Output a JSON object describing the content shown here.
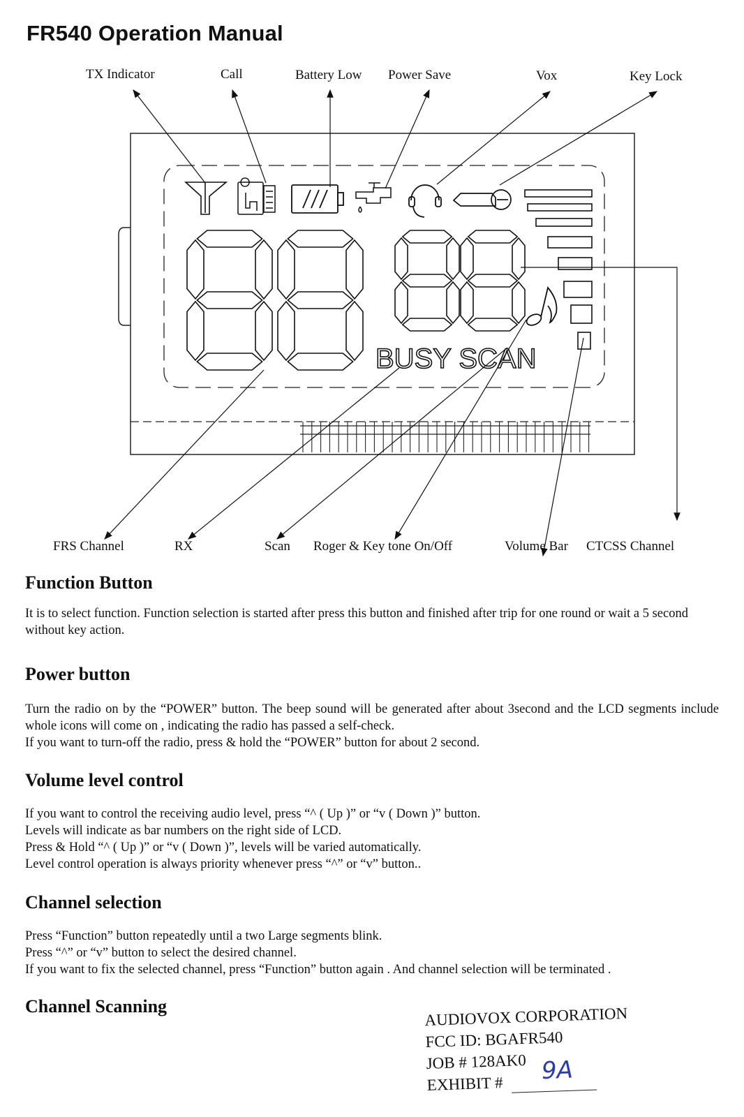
{
  "title": "FR540 Operation Manual",
  "diagram": {
    "labels_top": [
      "TX Indicator",
      "Call",
      "Battery Low",
      "Power Save",
      "Vox",
      "Key Lock"
    ],
    "labels_bottom": [
      "FRS Channel",
      "RX",
      "Scan",
      "Roger & Key tone On/Off",
      "Volume Bar",
      "CTCSS Channel"
    ],
    "lcd_text": "BUSY SCAN"
  },
  "sections": [
    {
      "heading": "Function Button",
      "paragraphs": [
        "It is to select function. Function selection is started after press this button and finished after trip for one round or wait a 5 second without key action."
      ]
    },
    {
      "heading": "Power button",
      "paragraphs": [
        "Turn the radio on by the “POWER” button. The beep sound will be generated after about 3second and the LCD segments include whole icons will come on , indicating the radio has passed a self-check.",
        "If you want to turn-off the radio, press & hold the “POWER” button for about 2 second."
      ]
    },
    {
      "heading": "Volume level control",
      "paragraphs": [
        "If you want to control the receiving audio level, press “^ ( Up )” or “v ( Down )” button.",
        "Levels will indicate as bar numbers on the right side of LCD.",
        "Press & Hold “^ ( Up )” or “v ( Down )”, levels will be varied automatically.",
        "Level control operation is always priority whenever press “^” or “v” button.."
      ]
    },
    {
      "heading": "Channel selection",
      "paragraphs": [
        "Press “Function” button repeatedly until a two Large segments blink.",
        "Press “^” or “v” button to select the desired channel.",
        "If you want to fix the selected channel, press “Function” button again . And channel selection will be terminated ."
      ]
    },
    {
      "heading": "Channel Scanning",
      "paragraphs": []
    }
  ],
  "stamp": {
    "line1": "AUDIOVOX CORPORATION",
    "line2": "FCC ID: BGAFR540",
    "line3": "JOB # 128AK0",
    "line4": "EXHIBIT #",
    "handwritten": "9A"
  }
}
